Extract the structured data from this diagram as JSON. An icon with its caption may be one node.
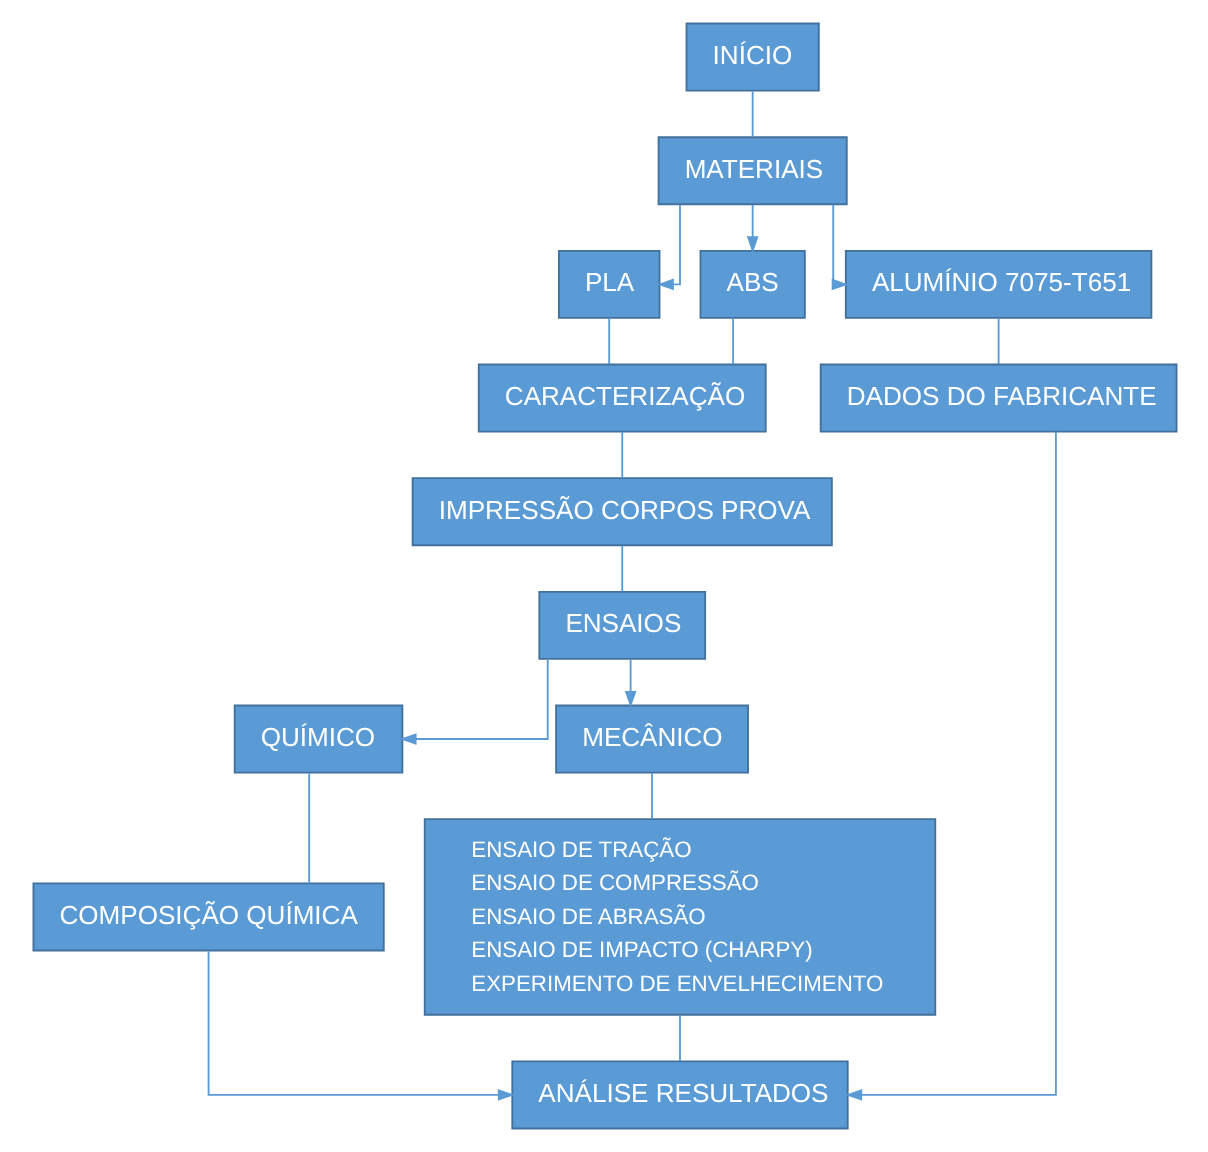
{
  "diagram": {
    "nodes": [
      {
        "text": [
          "INÍCIO"
        ]
      },
      {
        "text": [
          "MATERIAIS"
        ]
      },
      {
        "text": [
          "PLA"
        ]
      },
      {
        "text": [
          "ABS"
        ]
      },
      {
        "text": [
          "ALUMÍNIO 7075-T651"
        ]
      },
      {
        "text": [
          "CARACTERIZAÇÃO"
        ]
      },
      {
        "text": [
          "DADOS DO FABRICANTE"
        ]
      },
      {
        "text": [
          "IMPRESSÃO CORPOS PROVA"
        ]
      },
      {
        "text": [
          "ENSAIOS"
        ]
      },
      {
        "text": [
          "QUÍMICO"
        ]
      },
      {
        "text": [
          "MECÂNICO"
        ]
      },
      {
        "text": [
          "COMPOSIÇÃO QUÍMICA"
        ]
      },
      {
        "text": [
          "ENSAIO DE TRAÇÃO",
          "ENSAIO DE COMPRESSÃO",
          "ENSAIO DE ABRASÃO",
          "ENSAIO DE IMPACTO (CHARPY)",
          "EXPERIMENTO DE ENVELHECIMENTO"
        ]
      },
      {
        "text": [
          "ANÁLISE RESULTADOS"
        ]
      }
    ],
    "edges": [
      {
        "from": 0,
        "to": 1,
        "arrow": "none"
      },
      {
        "from": 1,
        "to": 2,
        "arrow": "to"
      },
      {
        "from": 1,
        "to": 3,
        "arrow": "to"
      },
      {
        "from": 1,
        "to": 4,
        "arrow": "to"
      },
      {
        "from": 2,
        "to": 5,
        "arrow": "none"
      },
      {
        "from": 3,
        "to": 5,
        "arrow": "none"
      },
      {
        "from": 4,
        "to": 6,
        "arrow": "none"
      },
      {
        "from": 5,
        "to": 7,
        "arrow": "none"
      },
      {
        "from": 7,
        "to": 8,
        "arrow": "none"
      },
      {
        "from": 8,
        "to": 9,
        "arrow": "to"
      },
      {
        "from": 8,
        "to": 10,
        "arrow": "to"
      },
      {
        "from": 9,
        "to": 11,
        "arrow": "none"
      },
      {
        "from": 10,
        "to": 12,
        "arrow": "none"
      },
      {
        "from": 11,
        "to": 13,
        "arrow": "to"
      },
      {
        "from": 12,
        "to": 13,
        "arrow": "none"
      },
      {
        "from": 6,
        "to": 13,
        "arrow": "to"
      }
    ]
  }
}
